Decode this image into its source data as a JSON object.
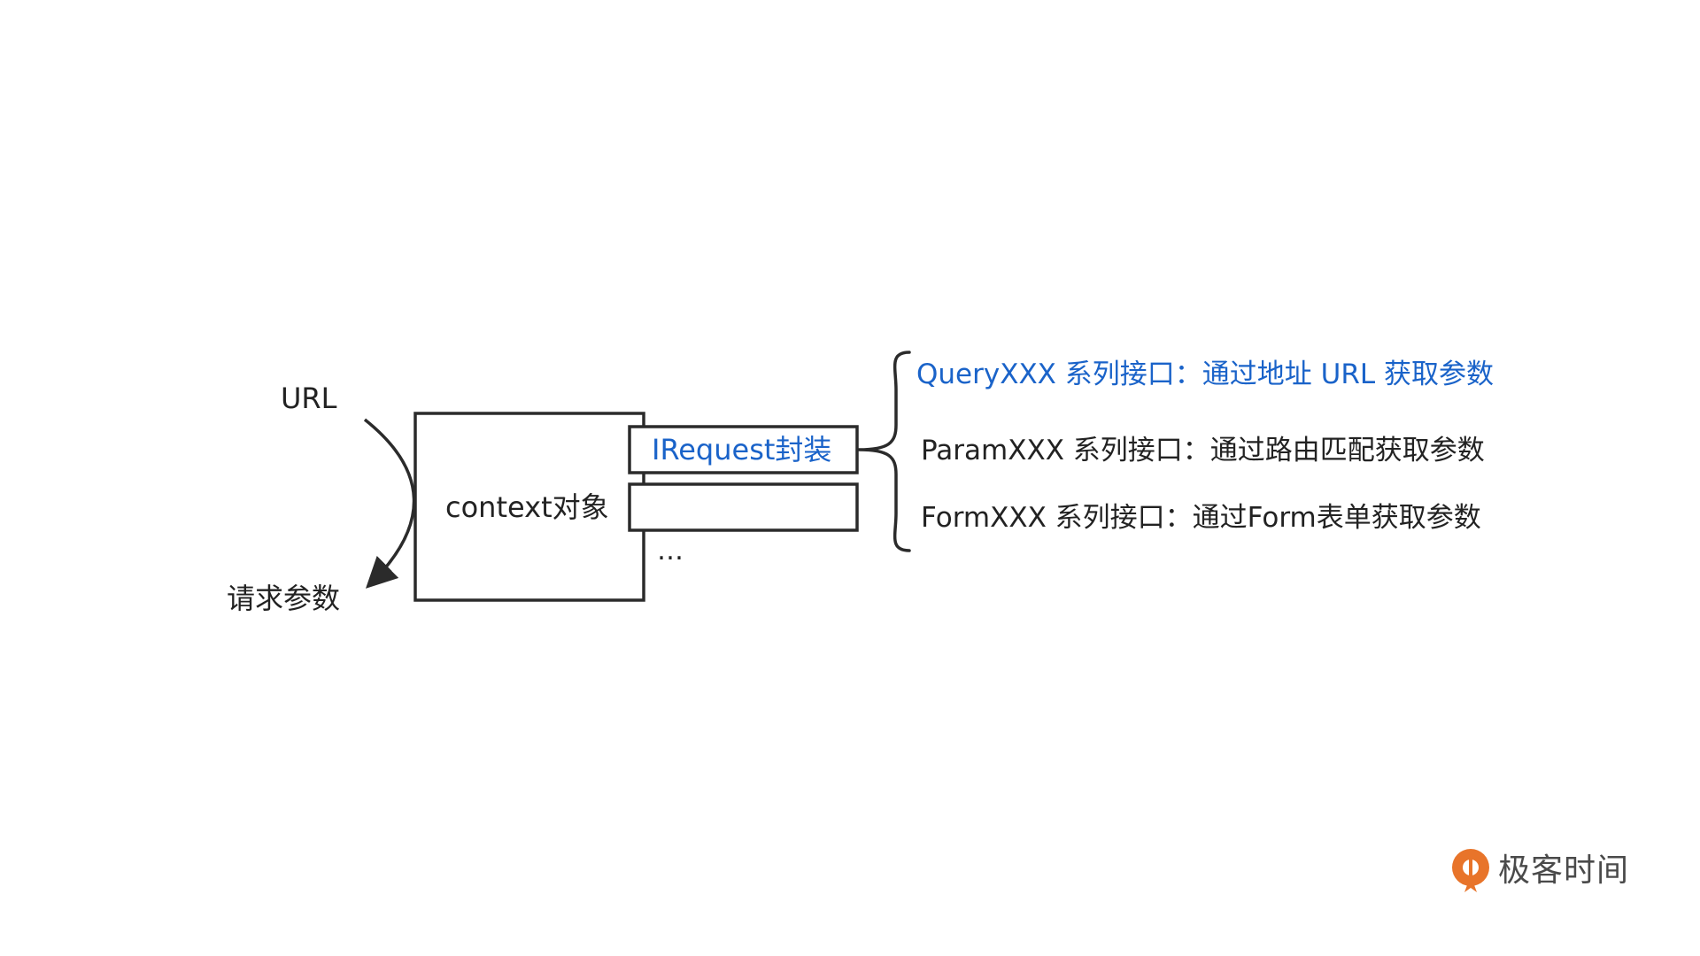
{
  "diagram": {
    "url_label": "URL",
    "request_params_label": "请求参数",
    "context_label": "context对象",
    "irequest_label": "IRequest封装",
    "ellipsis": "…",
    "interfaces": [
      {
        "text": "QueryXXX 系列接口：通过地址 URL 获取参数",
        "highlight": true
      },
      {
        "text": "ParamXXX 系列接口：通过路由匹配获取参数",
        "highlight": false
      },
      {
        "text": "FormXXX 系列接口：通过Form表单获取参数",
        "highlight": false
      }
    ]
  },
  "brand": {
    "name": "极客时间",
    "logo_icon": "geektime-logo-icon"
  },
  "colors": {
    "highlight_blue": "#1a63c9",
    "stroke": "#2b2b2b",
    "brand_orange": "#e8742a"
  }
}
